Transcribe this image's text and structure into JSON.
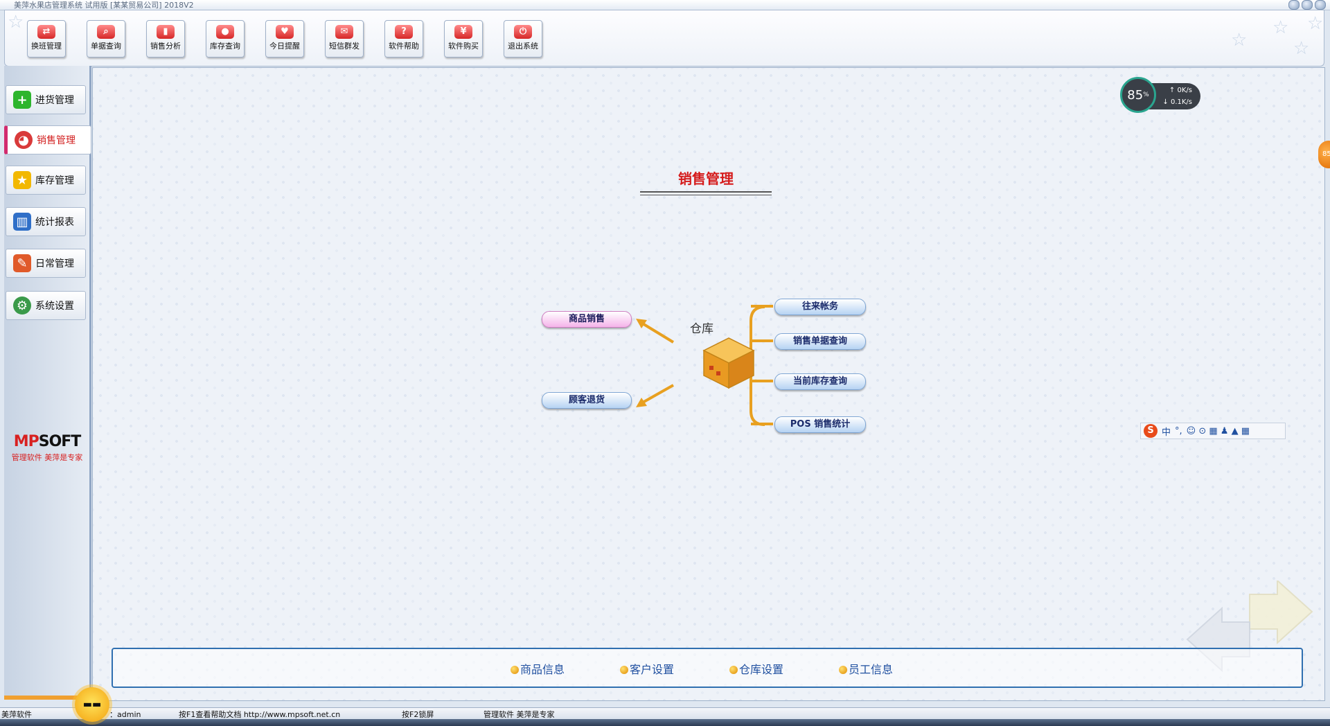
{
  "window": {
    "title": "美萍水果店管理系统 试用版 [某某贸易公司] 2018V2"
  },
  "toolbar": {
    "buttons": [
      {
        "label": "换班管理",
        "glyph": "⇄",
        "icon": "handshake-icon"
      },
      {
        "label": "单据查询",
        "glyph": "⌕",
        "icon": "magnifier-icon"
      },
      {
        "label": "销售分析",
        "glyph": "▮",
        "icon": "bar-chart-icon"
      },
      {
        "label": "库存查询",
        "glyph": "●",
        "icon": "stock-icon"
      },
      {
        "label": "今日提醒",
        "glyph": "♥",
        "icon": "heart-icon"
      },
      {
        "label": "短信群发",
        "glyph": "✉",
        "icon": "envelope-icon"
      },
      {
        "label": "软件帮助",
        "glyph": "?",
        "icon": "question-icon"
      },
      {
        "label": "软件购买",
        "glyph": "¥",
        "icon": "yen-icon"
      },
      {
        "label": "退出系统",
        "glyph": "⏻",
        "icon": "power-icon"
      }
    ]
  },
  "sidebar": {
    "items": [
      {
        "label": "进货管理",
        "glyph": "+",
        "icon": "plus-icon",
        "color": "#2db52d"
      },
      {
        "label": "销售管理",
        "glyph": "◕",
        "icon": "pie-chart-icon",
        "color": "#d93a3a"
      },
      {
        "label": "库存管理",
        "glyph": "★",
        "icon": "star-icon",
        "color": "#f2b800"
      },
      {
        "label": "统计报表",
        "glyph": "▥",
        "icon": "bar-chart-icon",
        "color": "#2f6fc8"
      },
      {
        "label": "日常管理",
        "glyph": "✎",
        "icon": "pencil-icon",
        "color": "#e05a2a"
      },
      {
        "label": "系统设置",
        "glyph": "⚙",
        "icon": "gear-icon",
        "color": "#3a9a4a"
      }
    ],
    "active_index": 1,
    "logo": {
      "mark_left": "MP",
      "mark_right": "SOFT",
      "slogan": "管理软件 美萍是专家"
    }
  },
  "main": {
    "title": "销售管理",
    "center": {
      "label": "仓库",
      "icon": "box-icon"
    },
    "left_nodes": [
      "商品销售",
      "顾客退货"
    ],
    "right_nodes": [
      "往来帐务",
      "销售单据查询",
      "当前库存查询",
      "POS 销售统计"
    ],
    "bottom_links": [
      "商品信息",
      "客户设置",
      "仓库设置",
      "员工信息"
    ],
    "speed_widget": {
      "percent": "85",
      "unit": "%",
      "up": "0",
      "down": "0.1",
      "speed_unit": "K/s"
    },
    "ime": {
      "logo": "S",
      "lang": "中",
      "punct": "°,",
      "tools": "☺ ⊙ ▦ ♟ ▲ ▦"
    },
    "side_orb": "85"
  },
  "statusbar": {
    "app": "美萍软件",
    "user": "：admin",
    "help": "按F1查看帮助文档 http://www.mpsoft.net.cn",
    "lock": "按F2锁屏",
    "slogan": "管理软件 美萍是专家"
  },
  "colors": {
    "accent_red": "#d51c1c",
    "frame_blue": "#2f6fb0",
    "arrow_orange": "#e8a020"
  }
}
